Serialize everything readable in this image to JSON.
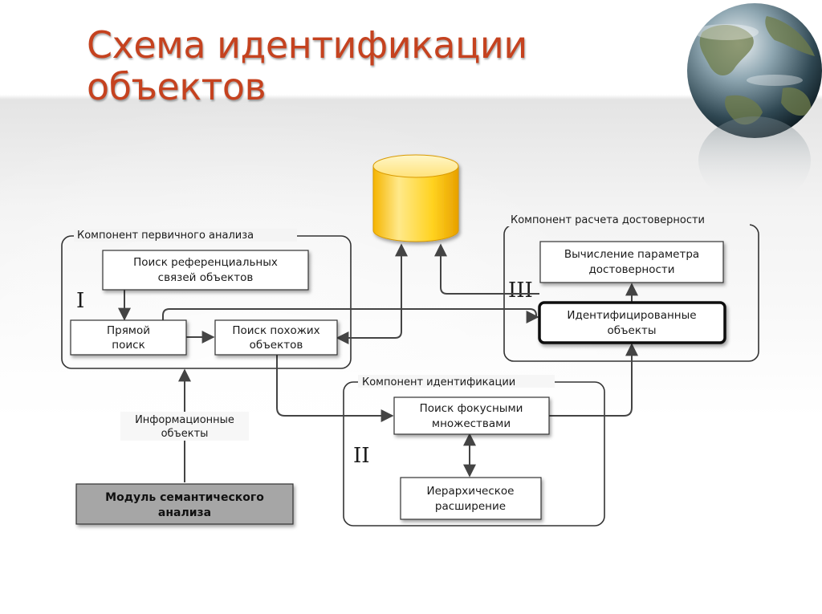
{
  "title": {
    "line1": "Схема идентификации",
    "line2": "объектов"
  },
  "groups": {
    "primary": {
      "label": "Компонент первичного анализа",
      "numeral": "I"
    },
    "identification": {
      "label": "Компонент идентификации",
      "numeral": "II"
    },
    "reliability": {
      "label": "Компонент расчета достоверности",
      "numeral": "III"
    }
  },
  "boxes": {
    "ref_search": {
      "line1": "Поиск референциальных",
      "line2": "связей объектов"
    },
    "direct_search": {
      "line1": "Прямой",
      "line2": "поиск"
    },
    "similar_search": {
      "line1": "Поиск похожих",
      "line2": "объектов"
    },
    "focus_search": {
      "line1": "Поиск фокусными",
      "line2": "множествами"
    },
    "hier_expansion": {
      "line1": "Иерархическое",
      "line2": "расширение"
    },
    "reliability_calc": {
      "line1": "Вычисление параметра",
      "line2": "достоверности"
    },
    "identified": {
      "line1": "Идентифицированные",
      "line2": "объекты"
    },
    "semantic_module": {
      "line1": "Модуль семантического",
      "line2": "анализа"
    }
  },
  "edge_labels": {
    "info_objects": {
      "line1": "Информационные",
      "line2": "объекты"
    }
  },
  "icons": {
    "database": "database-cylinder-icon",
    "globe": "earth-globe-icon"
  },
  "colors": {
    "title": "#c5421f",
    "box_fill": "#ffffff",
    "module_fill": "#a6a6a6",
    "db_fill": "#ffd21f",
    "line": "#444444"
  }
}
